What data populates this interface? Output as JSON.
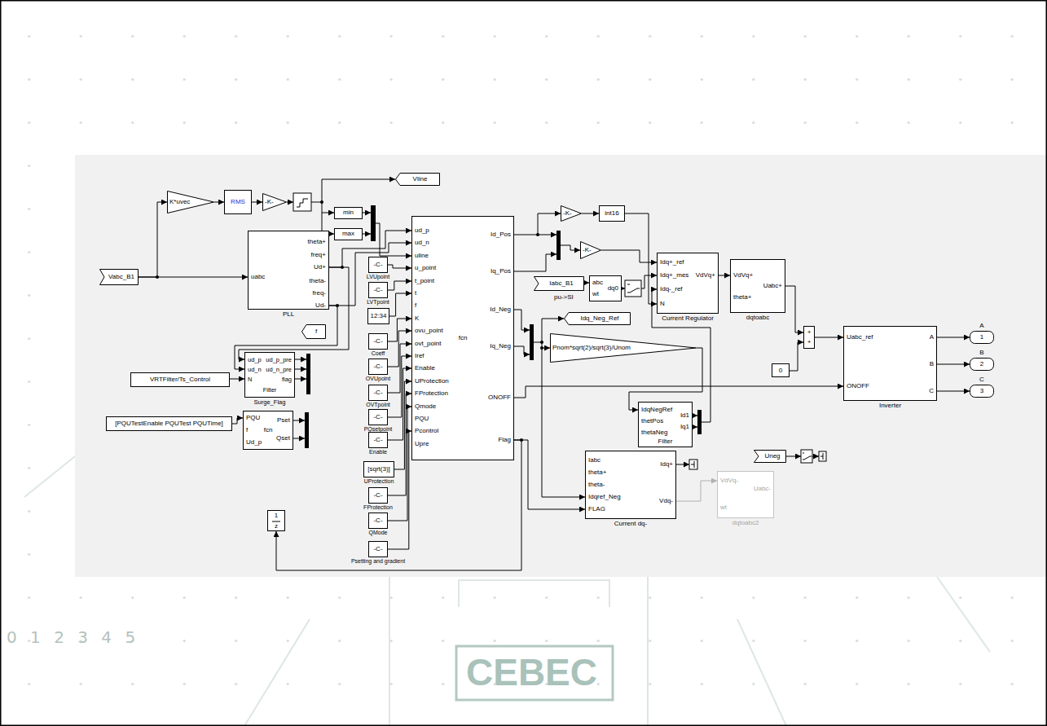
{
  "diagram": {
    "nodes": [
      {
        "text": [
          "Vabc_B1"
        ]
      },
      {
        "text": [
          "K*uvec"
        ]
      },
      {
        "text": [
          "RMS"
        ]
      },
      {
        "text": [
          "-K-"
        ]
      },
      {
        "text": [
          "min"
        ]
      },
      {
        "text": [
          "max"
        ]
      },
      {
        "text": [
          "Vline"
        ]
      },
      {
        "text": [
          "uabc",
          "theta+",
          "freq+",
          "Ud+",
          "theta-",
          "freq-",
          "Ud-",
          "PLL"
        ]
      },
      {
        "text": [
          "f"
        ]
      },
      {
        "text": [
          "ud_p",
          "ud_n",
          "N",
          "ud_p_pre",
          "ud_n_pre",
          "flag",
          "Filter",
          "Surge_Flag"
        ]
      },
      {
        "text": [
          "VRTFilter/Ts_Control"
        ]
      },
      {
        "text": [
          "[PQUTestEnable PQUTest PQUTime]"
        ]
      },
      {
        "text": [
          "PQU",
          "f",
          "Ud_p",
          "Pset",
          "Qset",
          "fcn"
        ]
      },
      {
        "text": [
          "-C-",
          "LVUpoint"
        ]
      },
      {
        "text": [
          "-C-",
          "LVTpoint"
        ]
      },
      {
        "text": [
          "12:34"
        ]
      },
      {
        "text": [
          "-C-",
          "Coeff"
        ]
      },
      {
        "text": [
          "-C-",
          "OVUpoint"
        ]
      },
      {
        "text": [
          "-C-",
          "OVTpoint"
        ]
      },
      {
        "text": [
          "-C-",
          "PQsetpoint"
        ]
      },
      {
        "text": [
          "-C-",
          "Enable"
        ]
      },
      {
        "text": [
          "[sqrt(3)]",
          "UProtection"
        ]
      },
      {
        "text": [
          "-C-",
          "FProtection"
        ]
      },
      {
        "text": [
          "-C-",
          "QMode"
        ]
      },
      {
        "text": [
          "-C-",
          "Psetting and gradient"
        ]
      },
      {
        "text": [
          "ud_p",
          "ud_n",
          "uline",
          "u_point",
          "t_point",
          "t",
          "f",
          "K",
          "ovu_point",
          "ovt_point",
          "Iref",
          "Enable",
          "UProtection",
          "FProtection",
          "Qmode",
          "PQU",
          "Pcontrol",
          "Upre",
          "Id_Pos",
          "Iq_Pos",
          "Id_Neg",
          "Iq_Neg",
          "ONOFF",
          "Flag",
          "fcn"
        ]
      },
      {
        "text": [
          "-K-"
        ]
      },
      {
        "text": [
          "int16"
        ]
      },
      {
        "text": [
          "-K-"
        ]
      },
      {
        "text": [
          "Iabc_B1"
        ]
      },
      {
        "text": [
          "abc",
          "wt",
          "dq0"
        ]
      },
      {
        "text": [
          "Idq+_ref",
          "Idq+_mes",
          "Idq-_ref",
          "N",
          "VdVq+",
          "Current Regulator"
        ]
      },
      {
        "text": [
          "VdVq+",
          "theta+",
          "Uabc+",
          "dqtoabc"
        ]
      },
      {
        "text": [
          "+",
          "+"
        ]
      },
      {
        "text": [
          "0"
        ]
      },
      {
        "text": [
          "Uabc_ref",
          "ONOFF",
          "A",
          "B",
          "C",
          "Inverter"
        ]
      },
      {
        "text": [
          "1",
          "A"
        ]
      },
      {
        "text": [
          "2",
          "B"
        ]
      },
      {
        "text": [
          "3",
          "C"
        ]
      },
      {
        "text": [
          "Idq_Neg_Ref"
        ]
      },
      {
        "text": [
          "Pnom*sqrt(2)/sqrt(3)/Unom"
        ]
      },
      {
        "text": [
          "IdqNegRef",
          "thetPos",
          "thetaNeg",
          "Id1",
          "Iq1",
          "Filter"
        ]
      },
      {
        "text": [
          "Iabc",
          "theta+",
          "theta-",
          "Idqref_Neg",
          "FLAG",
          "Idq+",
          "Vdq-",
          "Current dq-"
        ]
      },
      {
        "text": [
          "VdVq-",
          "wt",
          "Uabc-",
          "dqtoabc2"
        ]
      },
      {
        "text": [
          "Uneg"
        ]
      },
      {
        "text": [
          "1",
          "z"
        ]
      }
    ],
    "edges": [
      {
        "from": 0,
        "to": 1,
        "arrow": "to"
      },
      {
        "from": 1,
        "to": 2,
        "arrow": "to"
      },
      {
        "from": 2,
        "to": 3,
        "arrow": "to"
      },
      {
        "from": 0,
        "to": 7,
        "arrow": "to"
      },
      {
        "from": 7,
        "to": 25,
        "arrow": "to"
      },
      {
        "from": 7,
        "to": 25,
        "arrow": "to"
      },
      {
        "from": 7,
        "to": 9,
        "arrow": "to"
      },
      {
        "from": 7,
        "to": 9,
        "arrow": "to"
      },
      {
        "from": 10,
        "to": 9,
        "arrow": "to"
      },
      {
        "from": 11,
        "to": 12,
        "arrow": "to"
      },
      {
        "from": 13,
        "to": 25,
        "arrow": "to"
      },
      {
        "from": 14,
        "to": 25,
        "arrow": "to"
      },
      {
        "from": 15,
        "to": 25,
        "arrow": "to"
      },
      {
        "from": 16,
        "to": 25,
        "arrow": "to"
      },
      {
        "from": 17,
        "to": 25,
        "arrow": "to"
      },
      {
        "from": 18,
        "to": 25,
        "arrow": "to"
      },
      {
        "from": 19,
        "to": 25,
        "arrow": "to"
      },
      {
        "from": 20,
        "to": 25,
        "arrow": "to"
      },
      {
        "from": 21,
        "to": 25,
        "arrow": "to"
      },
      {
        "from": 22,
        "to": 25,
        "arrow": "to"
      },
      {
        "from": 23,
        "to": 25,
        "arrow": "to"
      },
      {
        "from": 24,
        "to": 25,
        "arrow": "to"
      },
      {
        "from": 25,
        "to": 26,
        "arrow": "to"
      },
      {
        "from": 26,
        "to": 27,
        "arrow": "to"
      },
      {
        "from": 27,
        "to": 31,
        "arrow": "to"
      },
      {
        "from": 28,
        "to": 31,
        "arrow": "to"
      },
      {
        "from": 29,
        "to": 30,
        "arrow": "to"
      },
      {
        "from": 31,
        "to": 32,
        "arrow": "to"
      },
      {
        "from": 32,
        "to": 33,
        "arrow": "to"
      },
      {
        "from": 34,
        "to": 33,
        "arrow": "to"
      },
      {
        "from": 33,
        "to": 35,
        "arrow": "to"
      },
      {
        "from": 25,
        "to": 35,
        "arrow": "to"
      },
      {
        "from": 25,
        "to": 42,
        "arrow": "to"
      },
      {
        "from": 25,
        "to": 45,
        "arrow": "to"
      },
      {
        "from": 35,
        "to": 36,
        "arrow": "to"
      },
      {
        "from": 35,
        "to": 37,
        "arrow": "to"
      },
      {
        "from": 35,
        "to": 38,
        "arrow": "to"
      },
      {
        "from": 40,
        "to": 41,
        "arrow": "to"
      },
      {
        "from": 42,
        "to": 43,
        "arrow": "to"
      }
    ],
    "labels": [
      "pu->SI",
      "0 1 2 3 4 5",
      "CEBEC"
    ]
  }
}
